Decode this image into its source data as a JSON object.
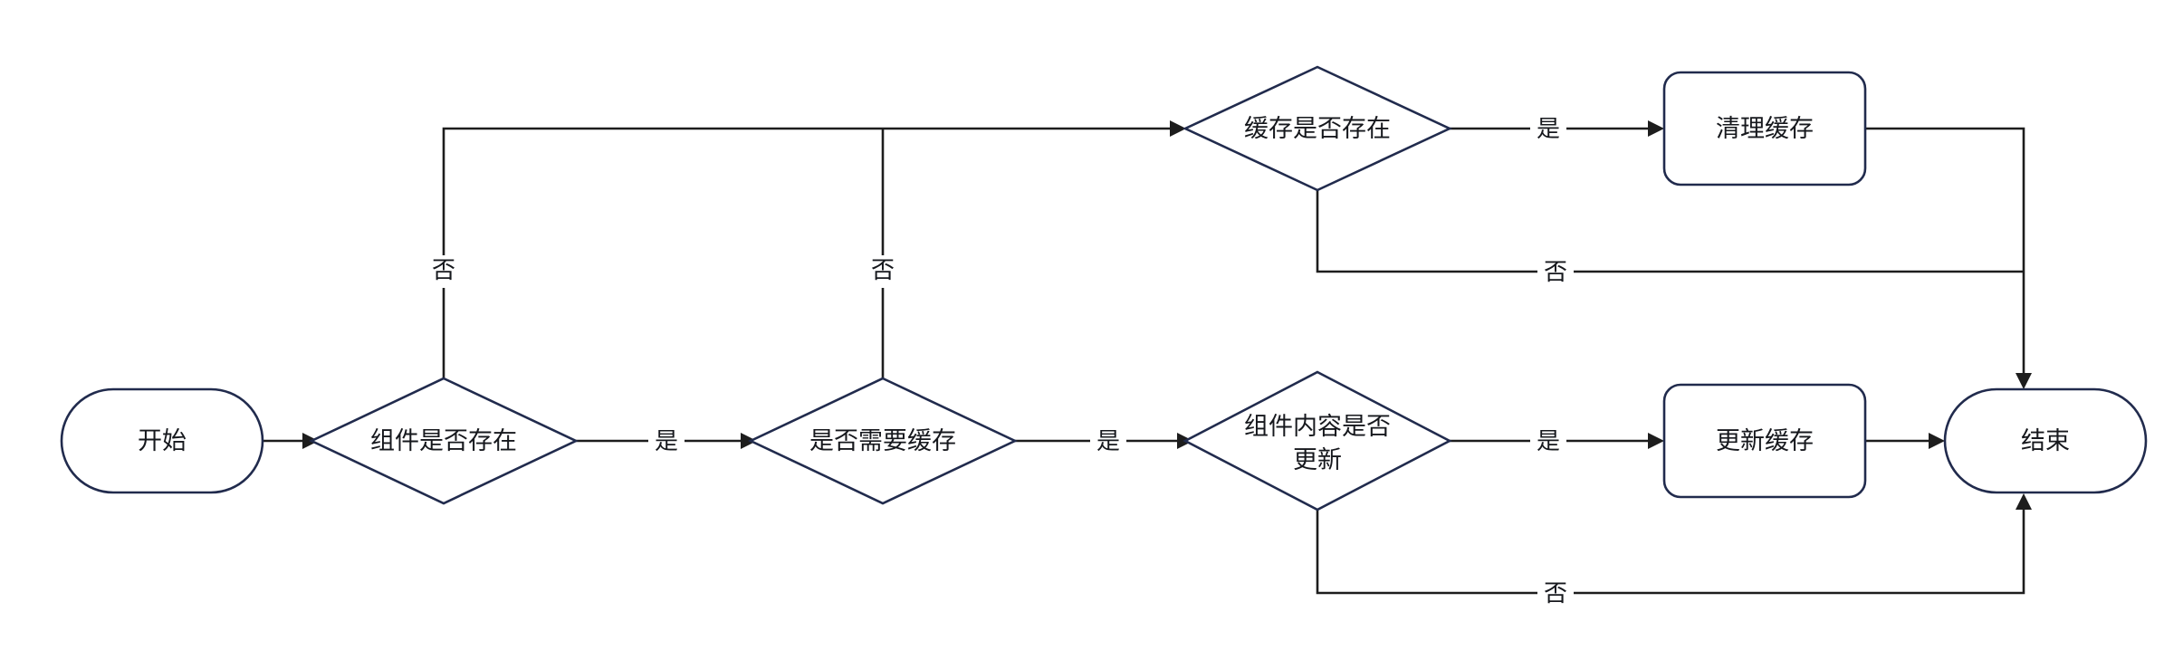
{
  "diagram": {
    "type": "flowchart",
    "direction": "left-to-right",
    "title": "",
    "colors": {
      "node_stroke": "#212b4d",
      "node_fill": "#ffffff",
      "edge_stroke": "#1d1d1d",
      "text": "#16181d",
      "background": "#ffffff"
    },
    "nodes": [
      {
        "id": "start",
        "label": "开始",
        "shape": "stadium"
      },
      {
        "id": "component_exist",
        "label": "组件是否存在",
        "shape": "diamond"
      },
      {
        "id": "need_cache",
        "label": "是否需要缓存",
        "shape": "diamond"
      },
      {
        "id": "cache_exist",
        "label": "缓存是否存在",
        "shape": "diamond"
      },
      {
        "id": "clear_cache",
        "label": "清理缓存",
        "shape": "rounded-rect"
      },
      {
        "id": "content_update_line1",
        "label": "组件内容是否",
        "shape": "diamond"
      },
      {
        "id": "content_update_line2",
        "label": "更新",
        "shape": "diamond"
      },
      {
        "id": "update_cache",
        "label": "更新缓存",
        "shape": "rounded-rect"
      },
      {
        "id": "end",
        "label": "结束",
        "shape": "stadium"
      }
    ],
    "edge_labels": {
      "yes": "是",
      "no": "否"
    },
    "edges": [
      {
        "from": "start",
        "to": "component_exist",
        "label": ""
      },
      {
        "from": "component_exist",
        "to": "need_cache",
        "label": "是"
      },
      {
        "from": "component_exist",
        "to": "cache_exist",
        "label": "否"
      },
      {
        "from": "need_cache",
        "to": "content_update",
        "label": "是"
      },
      {
        "from": "need_cache",
        "to": "cache_exist",
        "label": "否"
      },
      {
        "from": "cache_exist",
        "to": "clear_cache",
        "label": "是"
      },
      {
        "from": "cache_exist",
        "to": "end",
        "label": "否"
      },
      {
        "from": "clear_cache",
        "to": "end",
        "label": ""
      },
      {
        "from": "content_update",
        "to": "update_cache",
        "label": "是"
      },
      {
        "from": "content_update",
        "to": "end",
        "label": "否"
      },
      {
        "from": "update_cache",
        "to": "end",
        "label": ""
      }
    ],
    "labels": {
      "yes_1": "是",
      "yes_2": "是",
      "yes_3": "是",
      "yes_4": "是",
      "no_1": "否",
      "no_2": "否",
      "no_3": "否",
      "no_4": "否"
    }
  }
}
